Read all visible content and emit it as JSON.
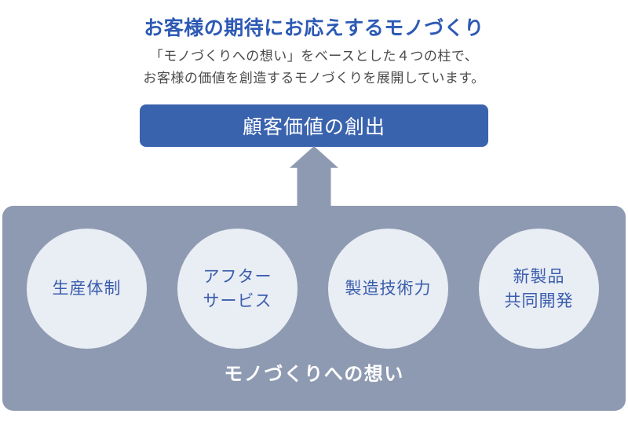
{
  "header": {
    "title": "お客様の期待にお応えするモノづくり",
    "subtitle_line1": "「モノづくりへの想い」をベースとした４つの柱で、",
    "subtitle_line2": "お客様の価値を創造するモノづくりを展開しています。"
  },
  "banner": {
    "label": "顧客価値の創出"
  },
  "pillars": [
    {
      "line1": "生産体制",
      "line2": ""
    },
    {
      "line1": "アフター",
      "line2": "サービス"
    },
    {
      "line1": "製造技術力",
      "line2": ""
    },
    {
      "line1": "新製品",
      "line2": "共同開発"
    }
  ],
  "foundation": {
    "label": "モノづくりへの想い"
  },
  "colors": {
    "title_blue": "#2d5ab4",
    "banner_blue": "#3a63ae",
    "panel_gray": "#8e9ab1",
    "circle_fill": "#e9edf4",
    "pillar_text_blue": "#3a5dad",
    "subtitle_gray": "#4a4a4a",
    "banner_text": "#ffffff",
    "foundation_text": "#ffffff"
  }
}
